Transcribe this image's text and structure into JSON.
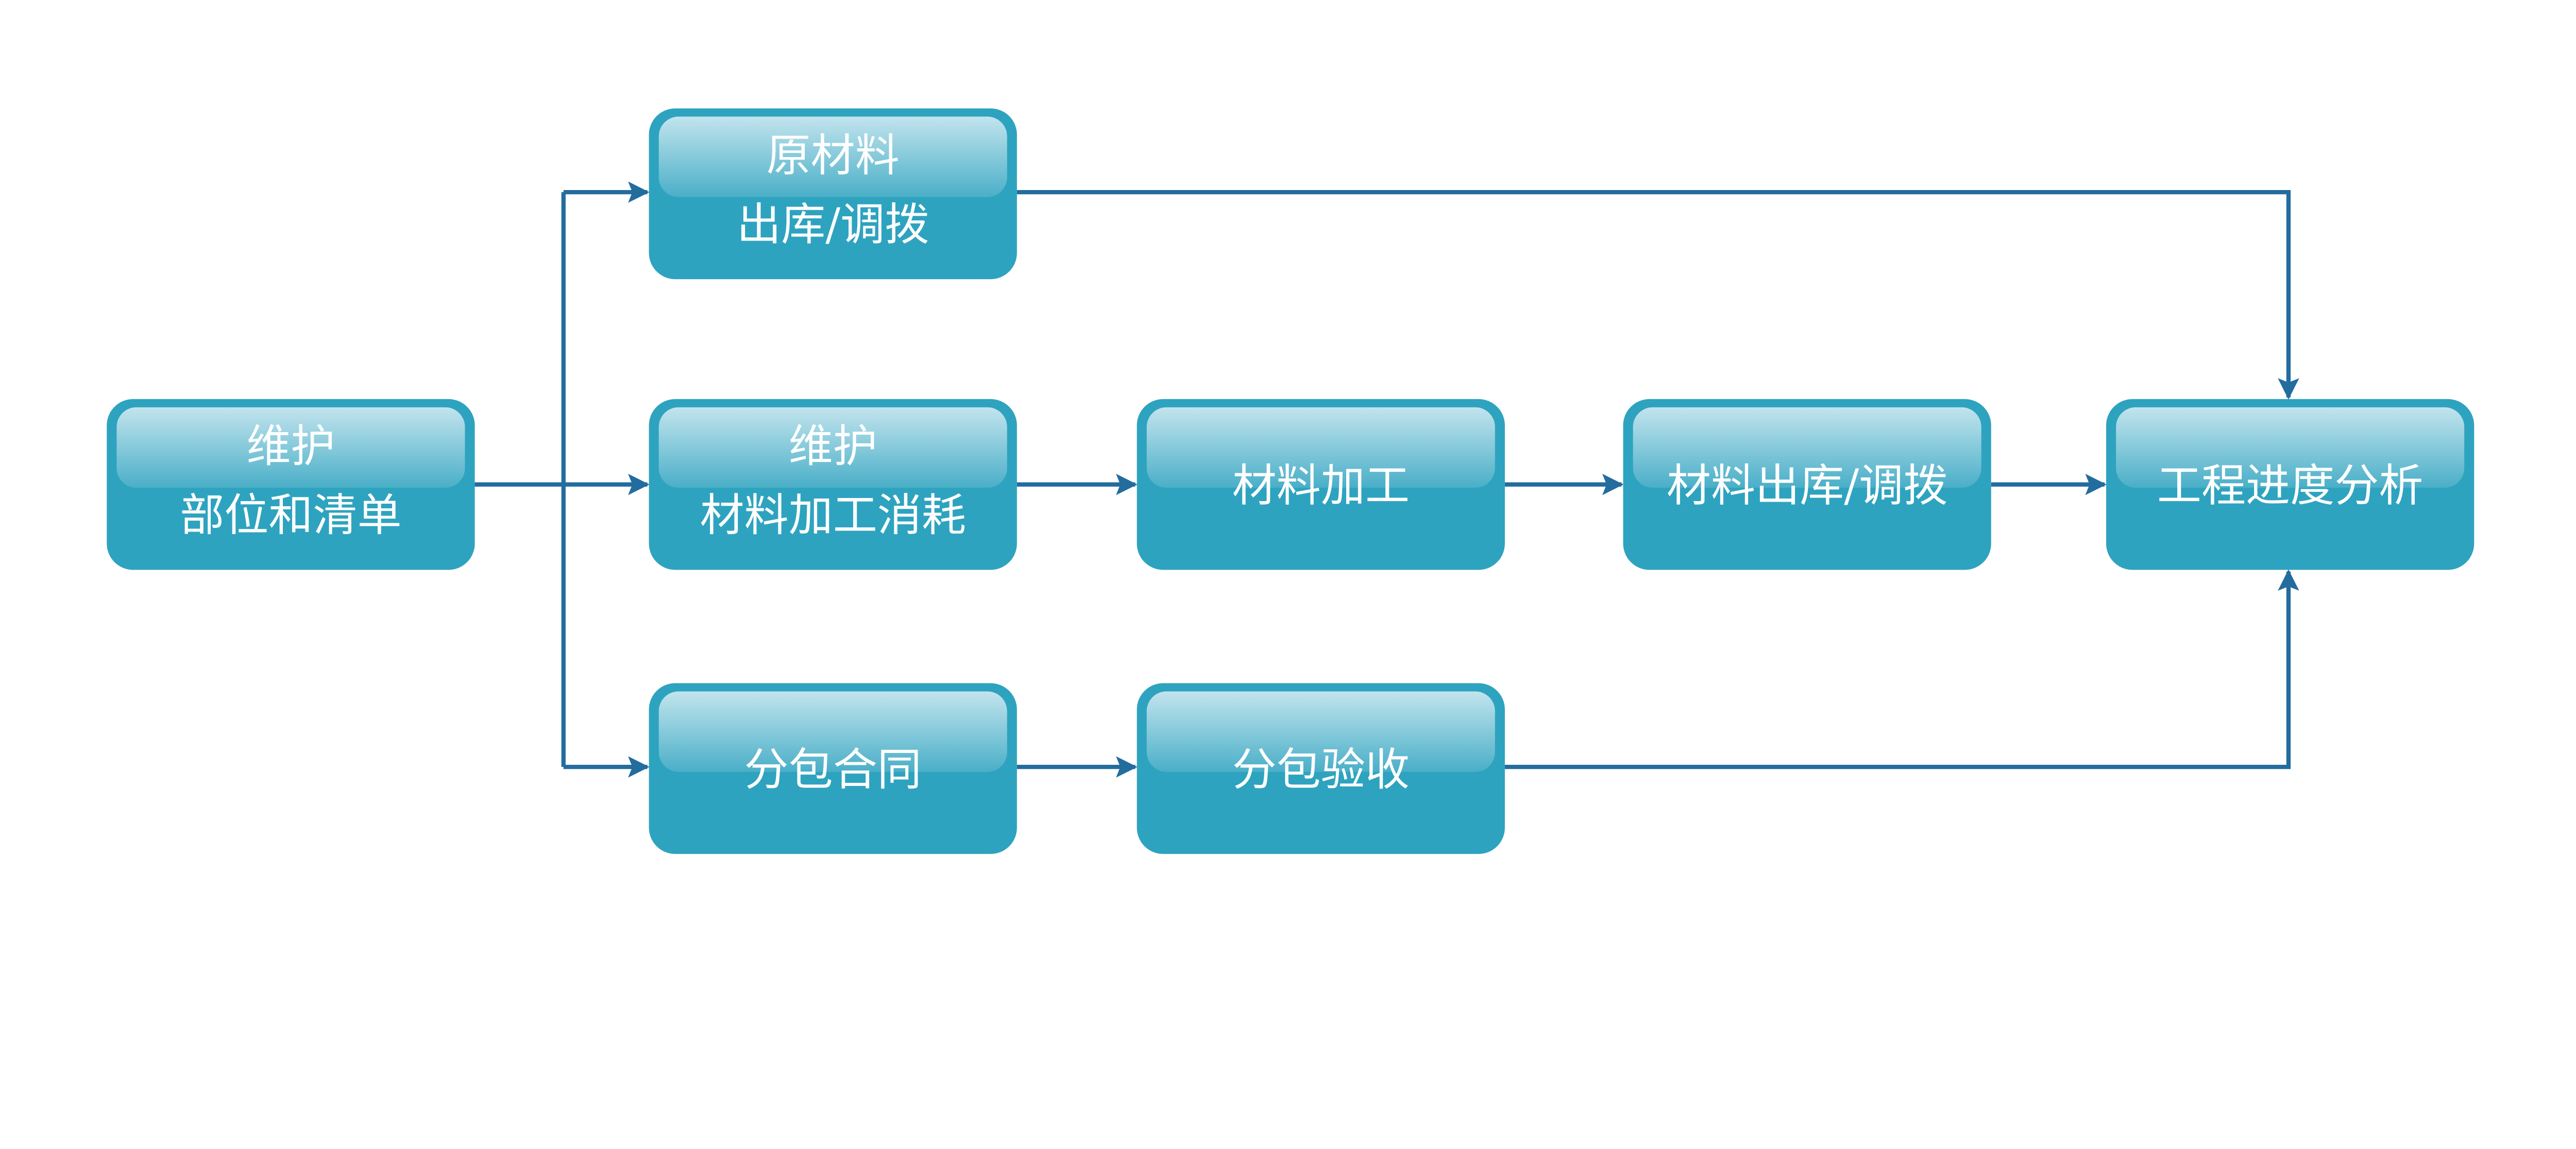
{
  "colors": {
    "box": "#2ea3bf",
    "gloss_top": "#c2e4ed",
    "gloss_bottom": "#4aafc8",
    "arrow": "#236c9e",
    "text": "#ffffff"
  },
  "nodes": [
    {
      "id": "maintain-parts",
      "lines": [
        "维护",
        "部位和清单"
      ]
    },
    {
      "id": "raw-material",
      "lines": [
        "原材料",
        "出库/调拨"
      ]
    },
    {
      "id": "maintain-consumption",
      "lines": [
        "维护",
        "材料加工消耗"
      ]
    },
    {
      "id": "subcontract",
      "lines": [
        "分包合同"
      ]
    },
    {
      "id": "material-processing",
      "lines": [
        "材料加工"
      ]
    },
    {
      "id": "material-outbound",
      "lines": [
        "材料出库/调拨"
      ]
    },
    {
      "id": "progress-analysis",
      "lines": [
        "工程进度分析"
      ]
    },
    {
      "id": "subcontract-acceptance",
      "lines": [
        "分包验收"
      ]
    }
  ],
  "edges": [
    {
      "from": "maintain-parts",
      "to": "raw-material"
    },
    {
      "from": "maintain-parts",
      "to": "maintain-consumption"
    },
    {
      "from": "maintain-parts",
      "to": "subcontract"
    },
    {
      "from": "maintain-consumption",
      "to": "material-processing"
    },
    {
      "from": "material-processing",
      "to": "material-outbound"
    },
    {
      "from": "material-outbound",
      "to": "progress-analysis"
    },
    {
      "from": "raw-material",
      "to": "progress-analysis"
    },
    {
      "from": "subcontract",
      "to": "subcontract-acceptance"
    },
    {
      "from": "subcontract-acceptance",
      "to": "progress-analysis"
    }
  ]
}
